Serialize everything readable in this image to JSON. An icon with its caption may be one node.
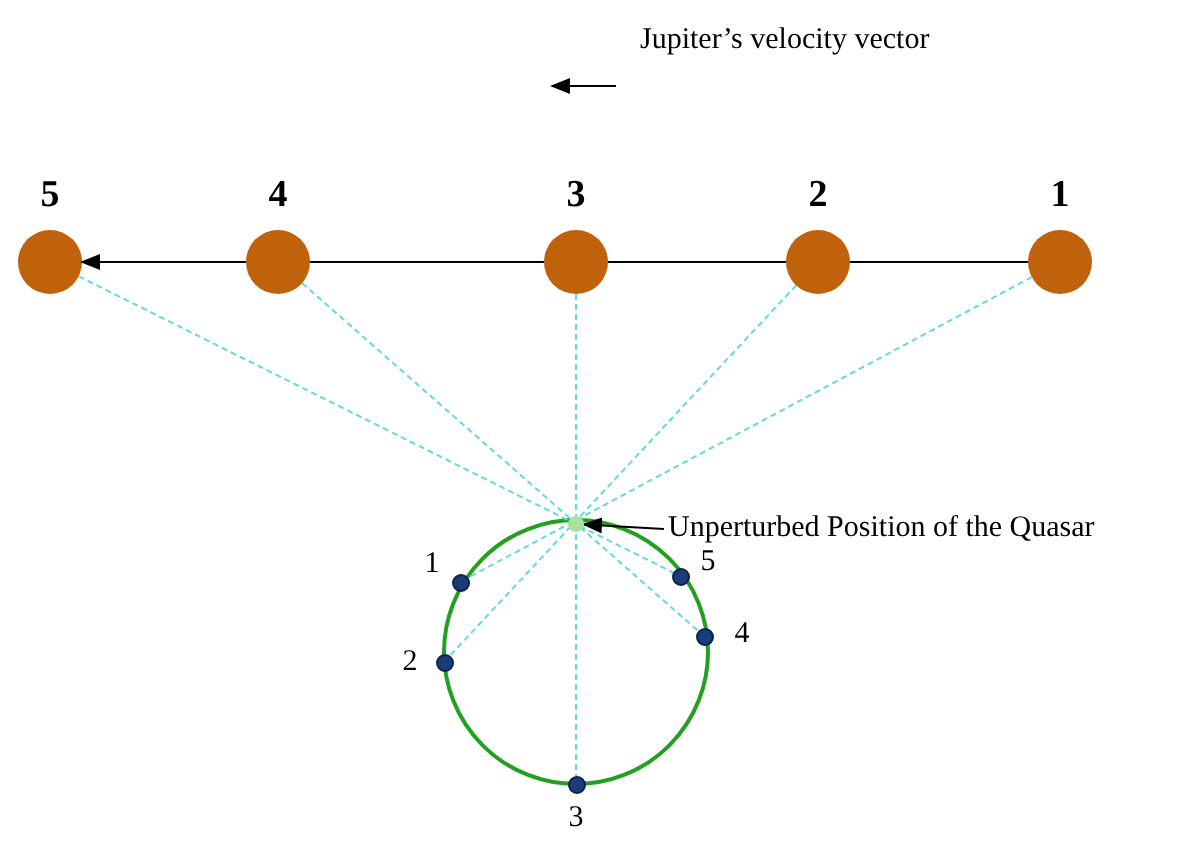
{
  "diagram": {
    "nodes": [
      {
        "text": [
          "5"
        ]
      },
      {
        "text": [
          "4"
        ]
      },
      {
        "text": [
          "3"
        ]
      },
      {
        "text": [
          "2"
        ]
      },
      {
        "text": [
          "1"
        ]
      },
      {
        "text": [
          "Unperturbed Position of the Quasar"
        ]
      },
      {
        "text": [],
        "shape": "circle"
      },
      {
        "text": [
          "1"
        ]
      },
      {
        "text": [
          "5"
        ]
      },
      {
        "text": [
          "4"
        ]
      },
      {
        "text": [
          "2"
        ]
      },
      {
        "text": [
          "3"
        ]
      }
    ],
    "edges": [
      {
        "from": 4,
        "to": 3,
        "arrow": "none",
        "color": "#000000"
      },
      {
        "from": 3,
        "to": 2,
        "arrow": "none",
        "color": "#000000"
      },
      {
        "from": 2,
        "to": 1,
        "arrow": "none",
        "color": "#000000"
      },
      {
        "from": 1,
        "to": 0,
        "arrow": "to",
        "color": "#000000"
      },
      {
        "from": 0,
        "to": 8,
        "arrow": "none",
        "style": "dashed",
        "color": "#66d9d9"
      },
      {
        "from": 1,
        "to": 9,
        "arrow": "none",
        "style": "dashed",
        "color": "#66d9d9"
      },
      {
        "from": 2,
        "to": 11,
        "arrow": "none",
        "style": "dashed",
        "color": "#66d9d9"
      },
      {
        "from": 3,
        "to": 10,
        "arrow": "none",
        "style": "dashed",
        "color": "#66d9d9"
      },
      {
        "from": 4,
        "to": 7,
        "arrow": "none",
        "style": "dashed",
        "color": "#66d9d9"
      },
      {
        "from": 5,
        "to": 6,
        "arrow": "to",
        "color": "#000000"
      }
    ],
    "labels": [
      "Jupiter’s velocity vector"
    ]
  }
}
